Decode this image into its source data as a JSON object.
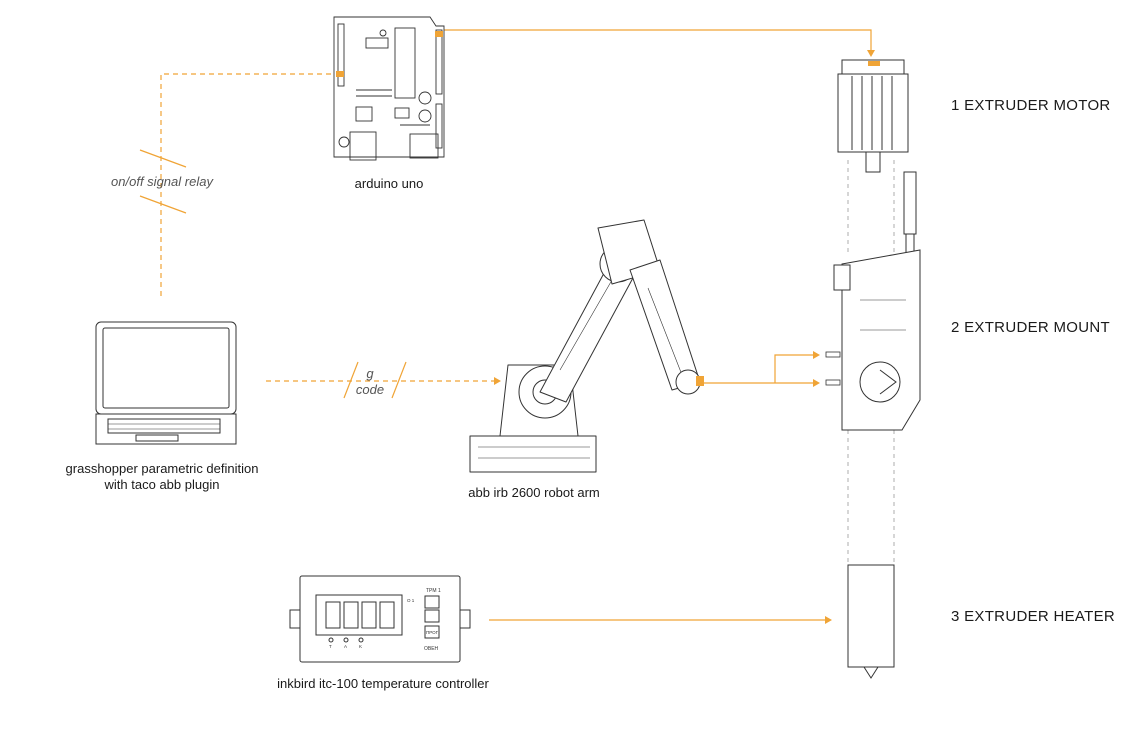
{
  "colors": {
    "accent": "#f0a436",
    "line": "#333333",
    "guide": "#9a9a9a"
  },
  "labels": {
    "arduino": "arduino uno",
    "signal_relay": "on/off signal relay",
    "laptop_line1": "grasshopper parametric definition",
    "laptop_line2": "with taco abb plugin",
    "gcode_line1": "g",
    "gcode_line2": "code",
    "robot": "abb irb 2600 robot arm",
    "controller": "inkbird itc-100 temperature controller"
  },
  "stages": {
    "motor": "1 EXTRUDER MOTOR",
    "mount": "2 EXTRUDER MOUNT",
    "heater": "3 EXTRUDER HEATER"
  },
  "controller_panel": {
    "tag": "TPM 1",
    "prog": "ПРОГ",
    "indicators": [
      "T",
      "A",
      "K"
    ],
    "out": "O 1",
    "logo": "ОВЕН"
  }
}
